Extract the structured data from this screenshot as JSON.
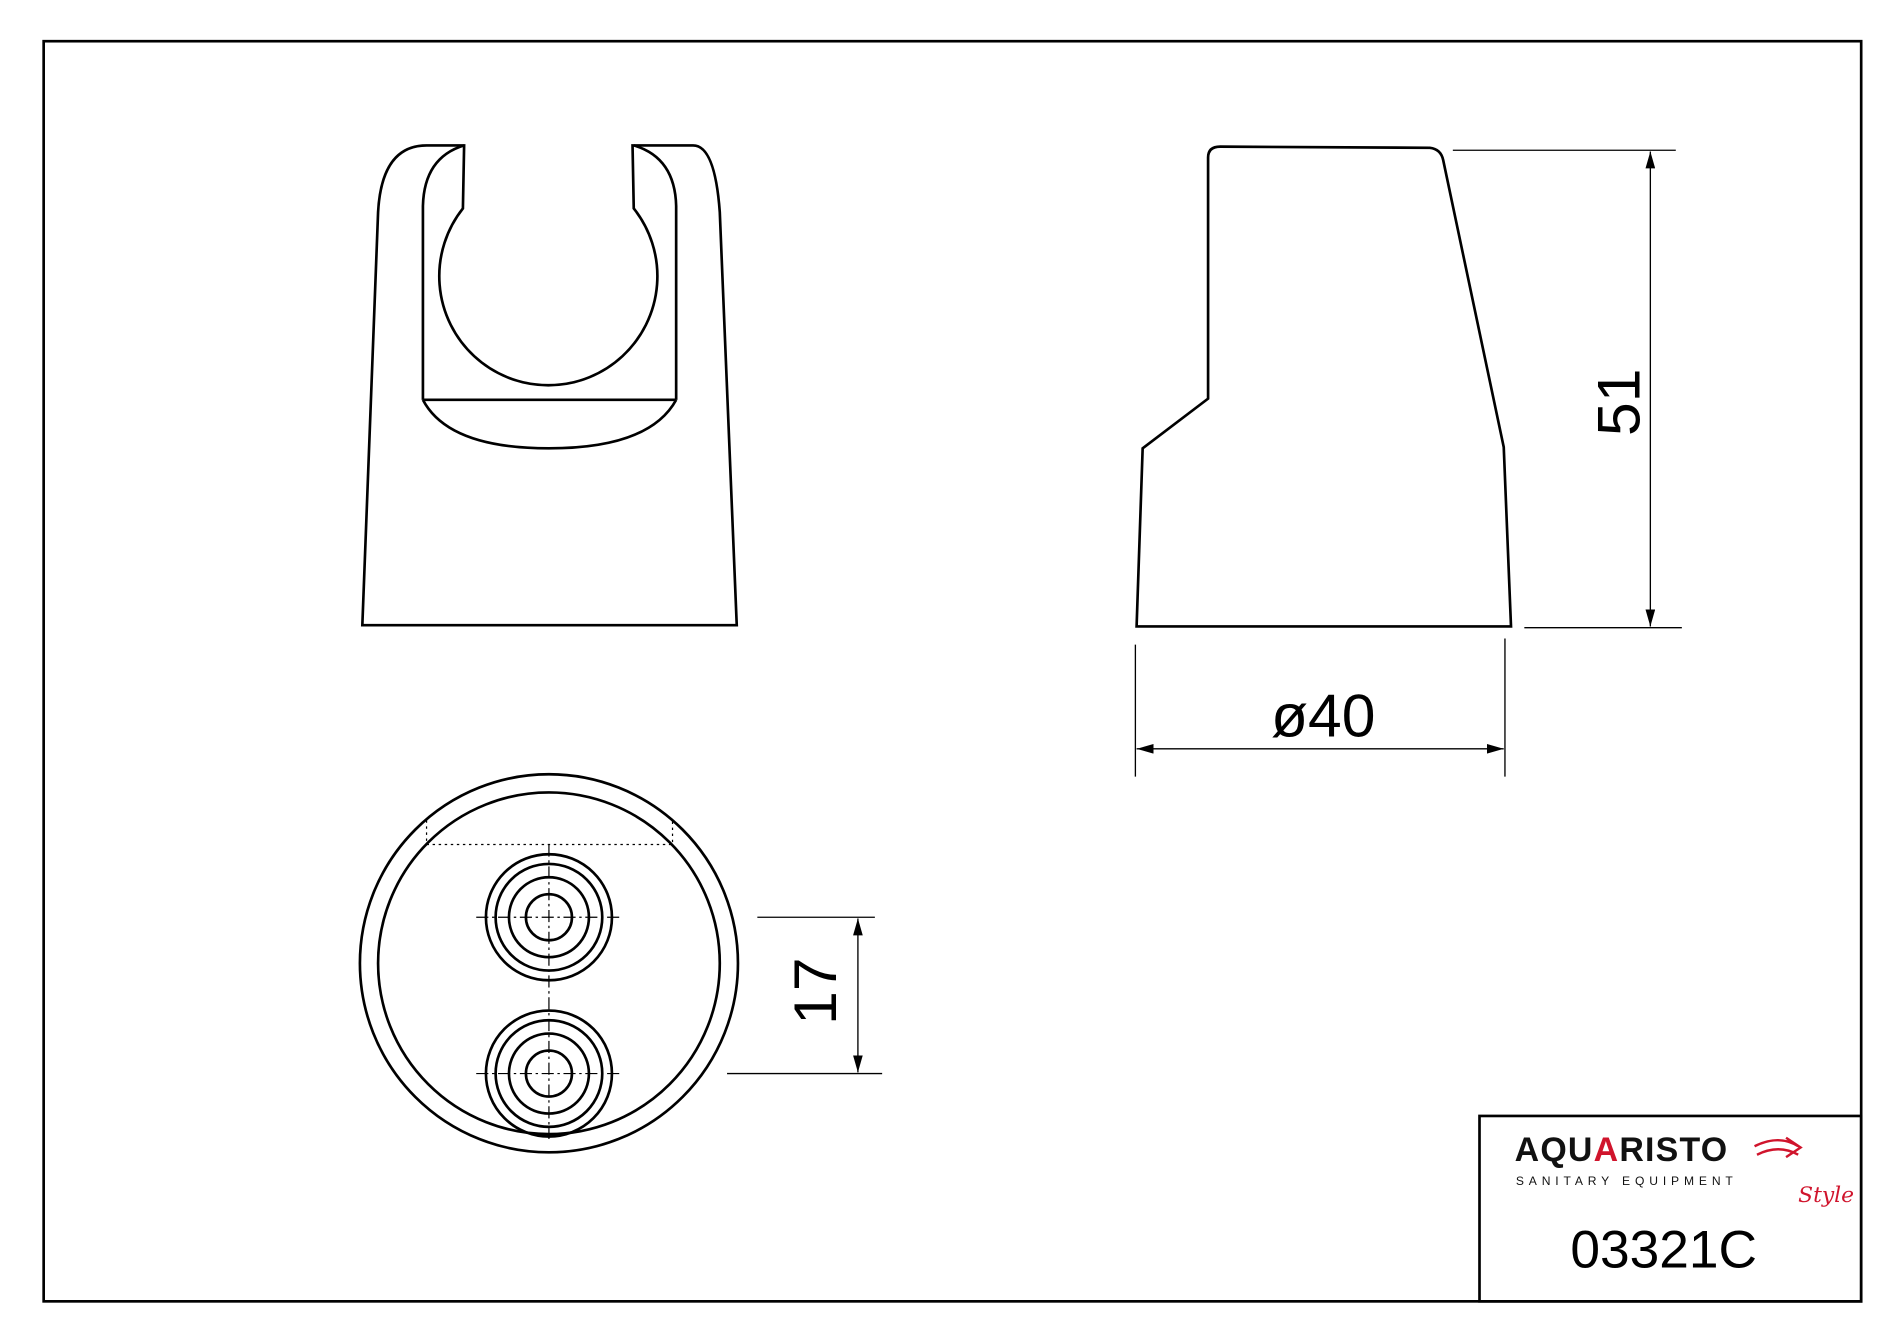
{
  "drawing": {
    "dimensions": {
      "height": "51",
      "diameter": "ø40",
      "hole_spacing": "17"
    },
    "title_block": {
      "logo": {
        "brand_a": "AQU",
        "brand_b": "A",
        "brand_c": "RISTO",
        "tagline": "SANITARY EQUIPMENT",
        "style_word": "Style"
      },
      "part_number": "03321C"
    },
    "colors": {
      "line": "#000000",
      "brand_red": "#d0142c"
    }
  }
}
